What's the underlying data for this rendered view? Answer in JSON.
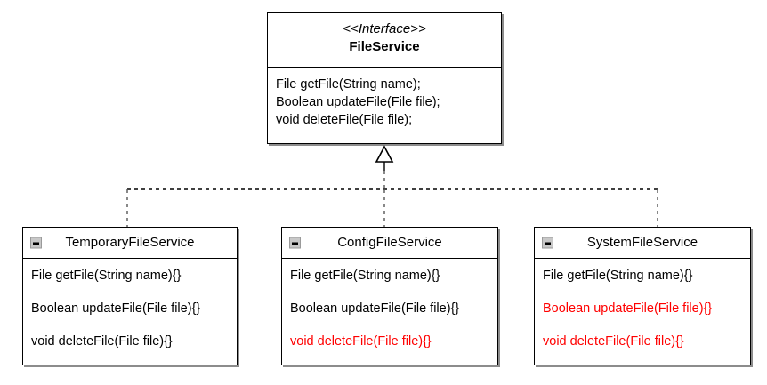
{
  "diagram": {
    "type": "uml-class-diagram",
    "relationship": "realization",
    "relationship_line_style": "dashed",
    "arrowhead": "hollow-triangle",
    "colors": {
      "background": "#ffffff",
      "stroke": "#000000",
      "highlight": "#ff0000",
      "icon_fill": "#c8c8c8",
      "icon_border": "#9a9a9a"
    }
  },
  "interface": {
    "stereotype": "<<Interface>>",
    "name": "FileService",
    "methods": [
      {
        "text": "File getFile(String name);",
        "highlight": false
      },
      {
        "text": "Boolean updateFile(File file);",
        "highlight": false
      },
      {
        "text": "void deleteFile(File file);",
        "highlight": false
      }
    ]
  },
  "classes": [
    {
      "name": "TemporaryFileService",
      "icon": "collapse-minus-icon",
      "methods": [
        {
          "text": "File getFile(String name){}",
          "highlight": false
        },
        {
          "text": "Boolean updateFile(File file){}",
          "highlight": false
        },
        {
          "text": "void deleteFile(File file){}",
          "highlight": false
        }
      ]
    },
    {
      "name": "ConfigFileService",
      "icon": "collapse-minus-icon",
      "methods": [
        {
          "text": "File getFile(String name){}",
          "highlight": false
        },
        {
          "text": "Boolean updateFile(File file){}",
          "highlight": false
        },
        {
          "text": "void deleteFile(File file){}",
          "highlight": true
        }
      ]
    },
    {
      "name": "SystemFileService",
      "icon": "collapse-minus-icon",
      "methods": [
        {
          "text": "File getFile(String name){}",
          "highlight": false
        },
        {
          "text": "Boolean updateFile(File file){}",
          "highlight": true
        },
        {
          "text": "void deleteFile(File file){}",
          "highlight": true
        }
      ]
    }
  ]
}
